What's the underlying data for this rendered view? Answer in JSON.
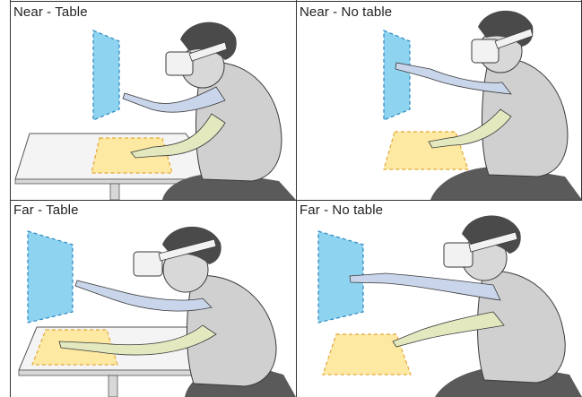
{
  "panels": [
    {
      "id": "near-table",
      "label": "Near - Table"
    },
    {
      "id": "near-no-table",
      "label": "Near - No table"
    },
    {
      "id": "far-table",
      "label": "Far - Table"
    },
    {
      "id": "far-no-table",
      "label": "Far - No table"
    }
  ],
  "colors": {
    "panel_blue": "#8ed3ef",
    "panel_blue_edge": "#2a86c0",
    "panel_yellow": "#fde9a2",
    "panel_yellow_edge": "#e3a73a",
    "arm_blue": "#c9d5ea",
    "arm_yellow": "#e3e8bf",
    "body_gray": "#d0d0d0",
    "hair": "#4a4a4a",
    "outline": "#3a3a3a"
  }
}
